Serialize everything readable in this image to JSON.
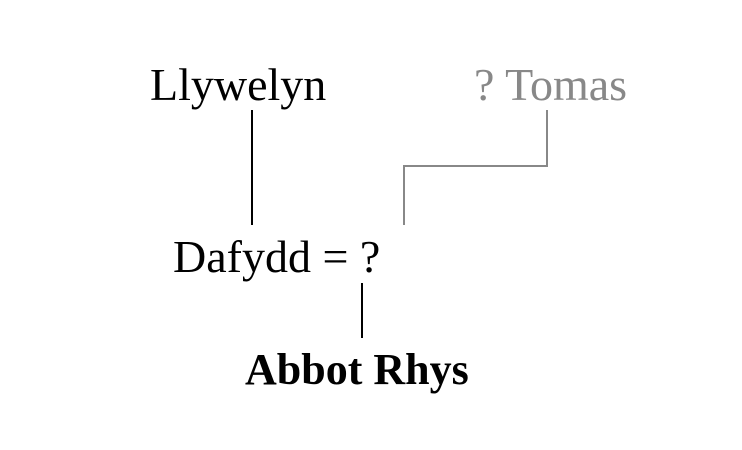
{
  "people": {
    "grandfather_paternal": "Llywelyn",
    "grandfather_maternal": "? Tomas",
    "father": "Dafydd",
    "marriage_sign": "=",
    "mother": "?",
    "subject": "Abbot Rhys"
  },
  "colors": {
    "known_line": "#000000",
    "uncertain_line": "#888888",
    "uncertain_text": "#888888"
  }
}
